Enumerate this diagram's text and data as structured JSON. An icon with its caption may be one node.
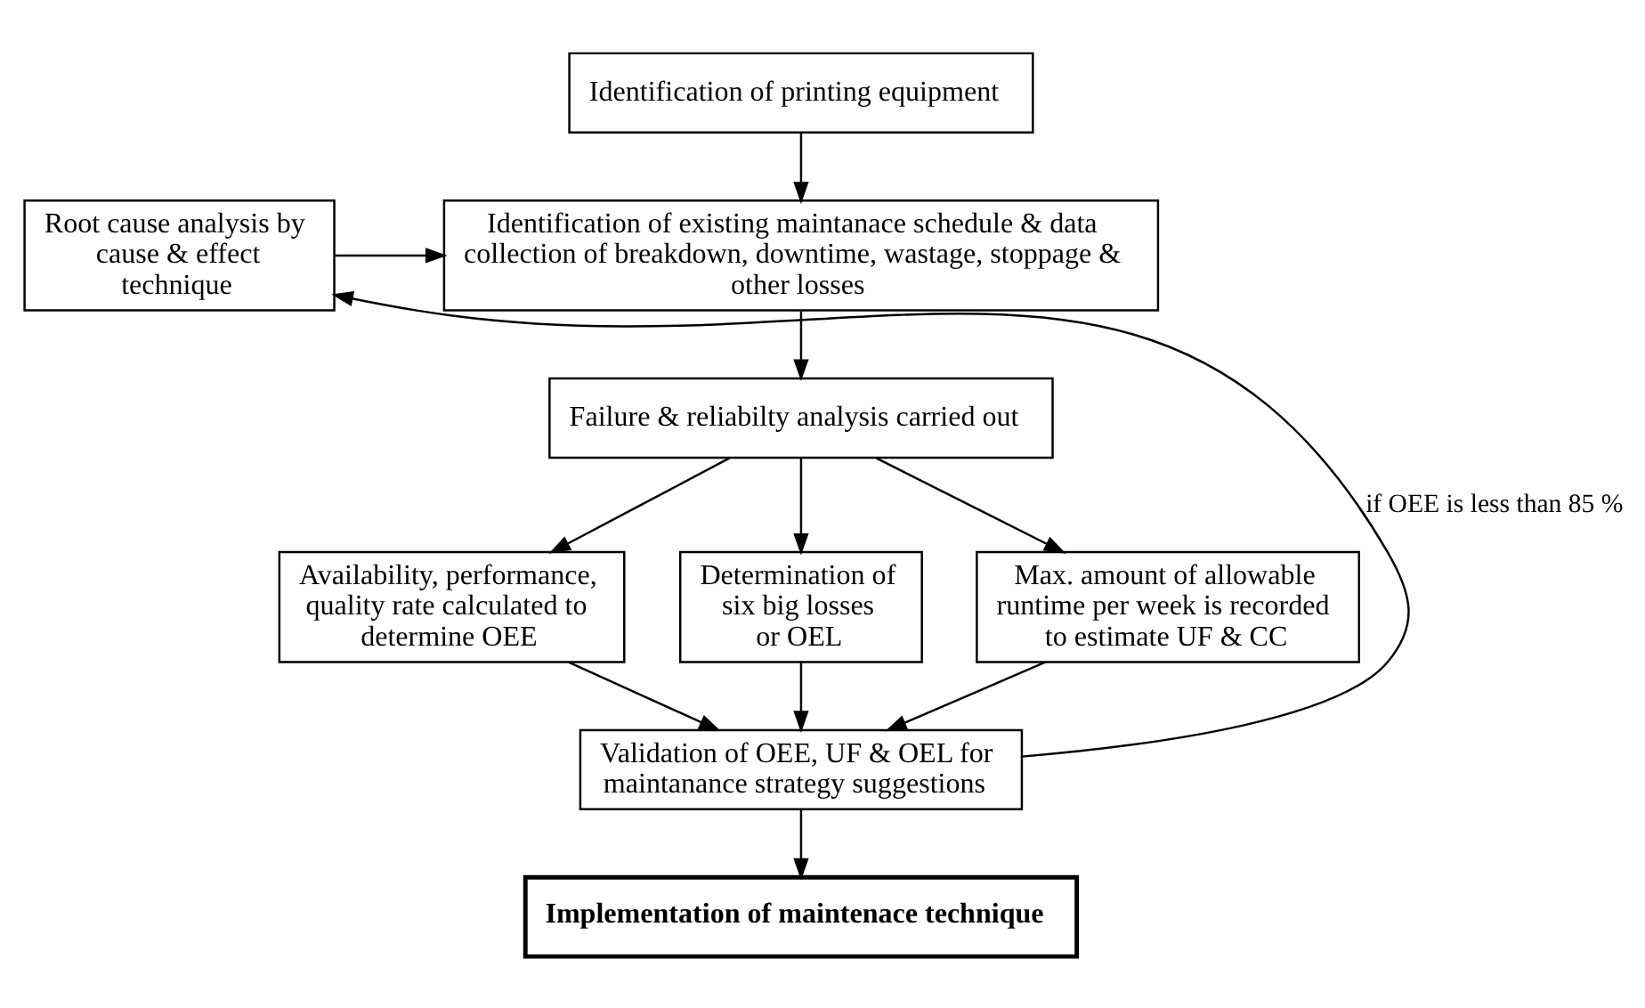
{
  "diagram": {
    "nodes": [
      {
        "text": [
          "Identification of printing equipment"
        ]
      },
      {
        "text": [
          "Identification of existing maintanace schedule & data collection of breakdown, downtime, wastage, stoppage & other losses"
        ]
      },
      {
        "text": [
          "Root cause analysis by cause & effect technique"
        ]
      },
      {
        "text": [
          "Failure & reliabilty analysis carried out"
        ]
      },
      {
        "text": [
          "Availability, performance, quality rate calculated to determine OEE"
        ]
      },
      {
        "text": [
          "Determination of six big losses or OEL"
        ]
      },
      {
        "text": [
          "Max. amount of allowable runtime per week is recorded to estimate UF & CC"
        ]
      },
      {
        "text": [
          "Validation of OEE, UF & OEL for maintanance strategy suggestions"
        ]
      },
      {
        "text": [
          "Implementation of maintenace technique"
        ]
      }
    ],
    "edges": [
      {
        "from": 0,
        "to": 1,
        "arrow": "to"
      },
      {
        "from": 2,
        "to": 1,
        "arrow": "to"
      },
      {
        "from": 1,
        "to": 3,
        "arrow": "to"
      },
      {
        "from": 3,
        "to": 4,
        "arrow": "to"
      },
      {
        "from": 3,
        "to": 5,
        "arrow": "to"
      },
      {
        "from": 3,
        "to": 6,
        "arrow": "to"
      },
      {
        "from": 4,
        "to": 7,
        "arrow": "to"
      },
      {
        "from": 5,
        "to": 7,
        "arrow": "to"
      },
      {
        "from": 6,
        "to": 7,
        "arrow": "to"
      },
      {
        "from": 7,
        "to": 2,
        "arrow": "to",
        "label": "if OEE is less than 85 %"
      },
      {
        "from": 7,
        "to": 8,
        "arrow": "to"
      }
    ]
  }
}
